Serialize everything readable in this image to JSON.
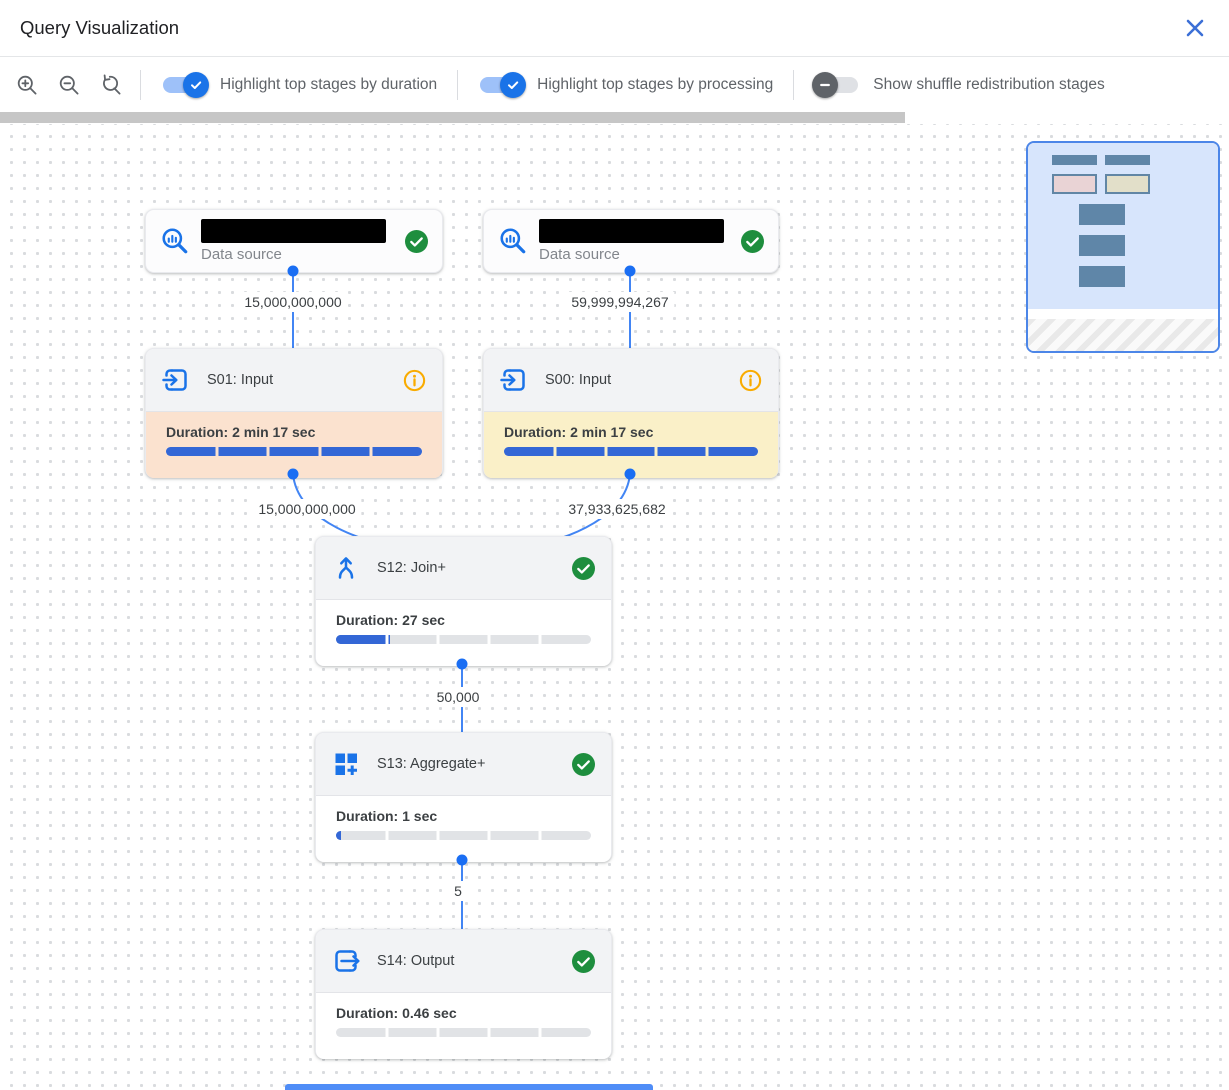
{
  "header": {
    "title": "Query Visualization"
  },
  "toolbar": {
    "icons": [
      "zoom-in-icon",
      "zoom-out-icon",
      "zoom-reset-icon"
    ],
    "toggles": [
      {
        "label": "Highlight top stages by duration",
        "state": "on"
      },
      {
        "label": "Highlight top stages by processing",
        "state": "on"
      },
      {
        "label": "Show shuffle redistribution stages",
        "state": "off"
      }
    ]
  },
  "graph": {
    "data_sources": [
      {
        "label": "Data source",
        "name_redacted": true,
        "status_icon": "check"
      },
      {
        "label": "Data source",
        "name_redacted": true,
        "status_icon": "check"
      }
    ],
    "stages": [
      {
        "title": "S01: Input",
        "icon": "input-icon",
        "status_icon": "info",
        "duration": "Duration: 2 min 17 sec",
        "progress_pct": 100,
        "highlight": "#fbe2cf"
      },
      {
        "title": "S00: Input",
        "icon": "input-icon",
        "status_icon": "info",
        "duration": "Duration: 2 min 17 sec",
        "progress_pct": 100,
        "highlight": "#faf0c8"
      },
      {
        "title": "S12: Join+",
        "icon": "join-icon",
        "status_icon": "check",
        "duration": "Duration: 27 sec",
        "progress_pct": 21,
        "highlight": null
      },
      {
        "title": "S13: Aggregate+",
        "icon": "aggregate-icon",
        "status_icon": "check",
        "duration": "Duration: 1 sec",
        "progress_pct": 2,
        "highlight": null
      },
      {
        "title": "S14: Output",
        "icon": "output-icon",
        "status_icon": "check",
        "duration": "Duration: 0.46 sec",
        "progress_pct": 0,
        "highlight": null
      }
    ],
    "edges": [
      {
        "label": "15,000,000,000"
      },
      {
        "label": "59,999,994,267"
      },
      {
        "label": "15,000,000,000"
      },
      {
        "label": "37,933,625,682"
      },
      {
        "label": "50,000"
      },
      {
        "label": "5"
      }
    ]
  },
  "colors": {
    "accent_blue": "#1a73e8",
    "edge_blue": "#4285f4",
    "progress_blue": "#3367d6",
    "success_green": "#1e8e3e",
    "warning_amber": "#f9ab00",
    "duration_highlight": "#fbe2cf",
    "processing_highlight": "#faf0c8"
  }
}
